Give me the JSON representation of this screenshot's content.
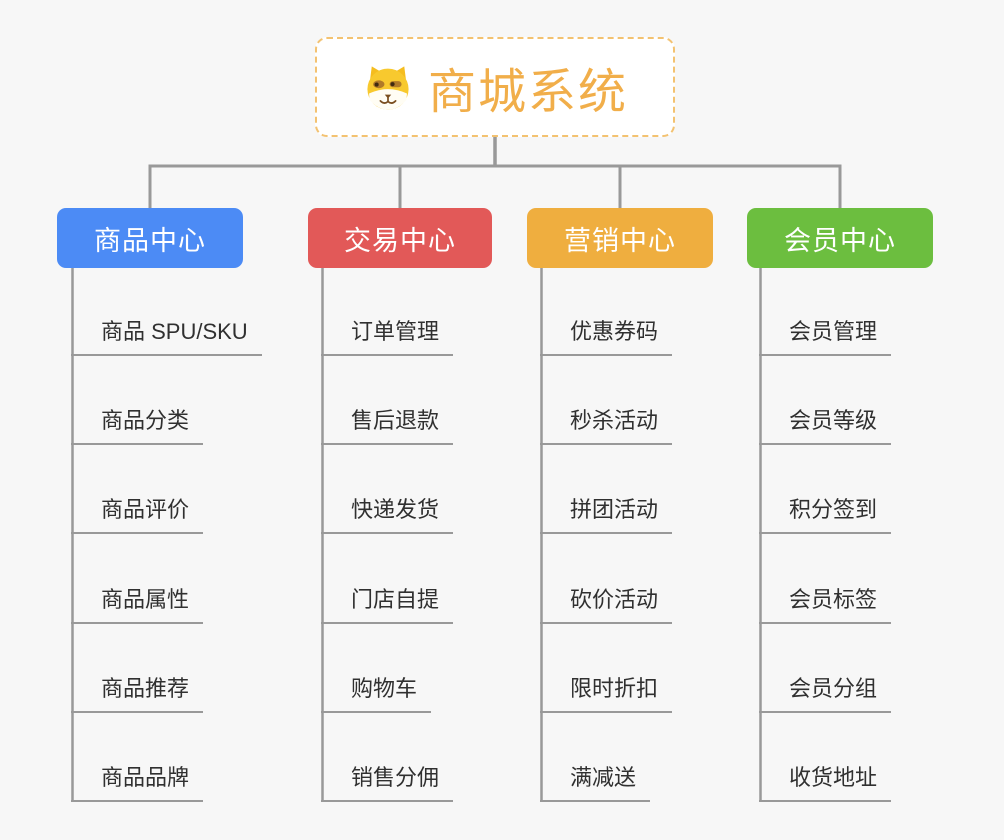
{
  "root": {
    "title": "商城系统",
    "icon": "dog-mascot-icon"
  },
  "style": {
    "background": "#f7f7f7",
    "connector_color": "#999999",
    "root_border_color": "#f3c271",
    "root_text_color": "#f1ae4a",
    "item_text_color": "#303030"
  },
  "branches": [
    {
      "label": "商品中心",
      "color": "#4c8bf5",
      "items": [
        "商品 SPU/SKU",
        "商品分类",
        "商品评价",
        "商品属性",
        "商品推荐",
        "商品品牌"
      ]
    },
    {
      "label": "交易中心",
      "color": "#e25958",
      "items": [
        "订单管理",
        "售后退款",
        "快递发货",
        "门店自提",
        "购物车",
        "销售分佣"
      ]
    },
    {
      "label": "营销中心",
      "color": "#efae3f",
      "items": [
        "优惠券码",
        "秒杀活动",
        "拼团活动",
        "砍价活动",
        "限时折扣",
        "满减送"
      ]
    },
    {
      "label": "会员中心",
      "color": "#6cbe3f",
      "items": [
        "会员管理",
        "会员等级",
        "积分签到",
        "会员标签",
        "会员分组",
        "收货地址"
      ]
    }
  ]
}
